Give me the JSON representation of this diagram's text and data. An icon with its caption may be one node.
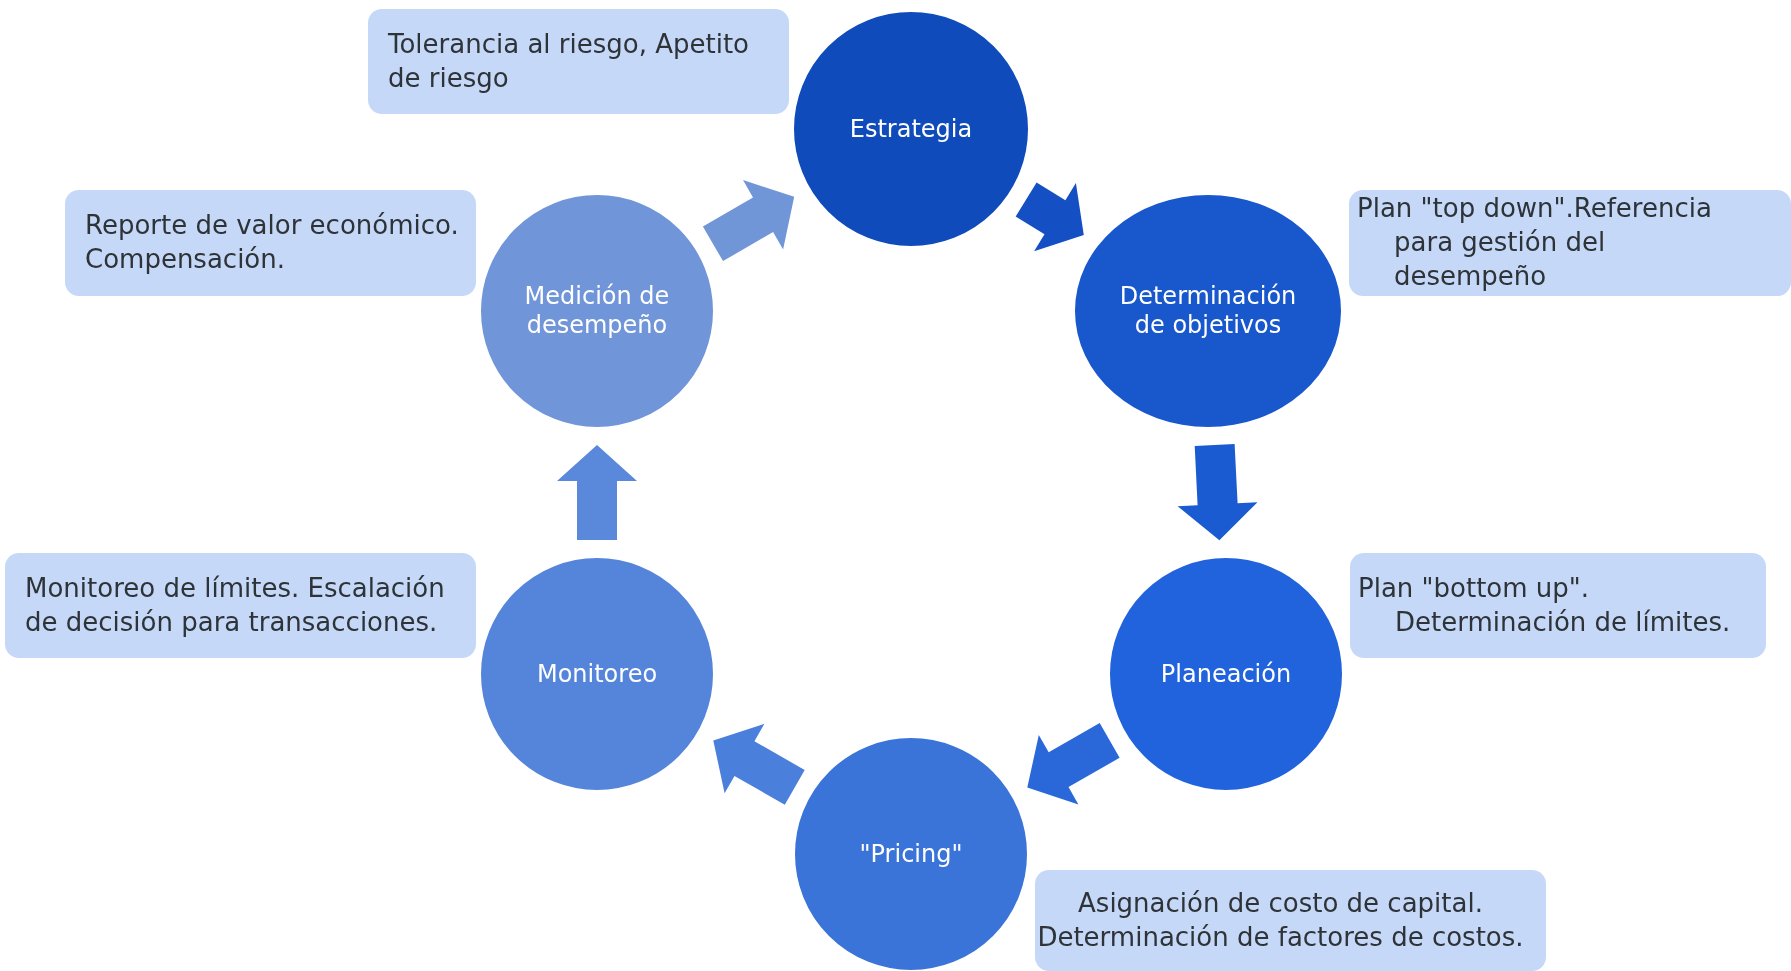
{
  "diagram": {
    "nodes": [
      {
        "text": [
          "Estrategia"
        ]
      },
      {
        "text": [
          "Determinación de objetivos"
        ]
      },
      {
        "text": [
          "Planeación"
        ]
      },
      {
        "text": [
          "\"Pricing\""
        ]
      },
      {
        "text": [
          "Monitoreo"
        ]
      },
      {
        "text": [
          "Medición de desempeño"
        ]
      },
      {
        "text": [
          "Tolerancia al riesgo, Apetito de riesgo"
        ]
      },
      {
        "text": [
          "Reporte de valor económico. Compensación."
        ]
      },
      {
        "text": [
          "Plan \"top down\".Referencia para gestión del desempeño"
        ]
      },
      {
        "text": [
          "Plan \"bottom up\". Determinación de límites."
        ]
      },
      {
        "text": [
          "Monitoreo de límites. Escalación de decisión para transacciones."
        ]
      },
      {
        "text": [
          "Asignación de costo de capital. Determinación de factores de costos."
        ]
      }
    ],
    "edges": [
      {
        "from": 0,
        "to": 1,
        "arrow": "to",
        "color": "#1450c4"
      },
      {
        "from": 1,
        "to": 2,
        "arrow": "to",
        "color": "#1a5bd2"
      },
      {
        "from": 2,
        "to": 3,
        "arrow": "to",
        "color": "#2a68da"
      },
      {
        "from": 3,
        "to": 4,
        "arrow": "to",
        "color": "#4a7fdc"
      },
      {
        "from": 4,
        "to": 5,
        "arrow": "to",
        "color": "#5a88da"
      },
      {
        "from": 5,
        "to": 0,
        "arrow": "to",
        "color": "#7096d8"
      }
    ]
  }
}
